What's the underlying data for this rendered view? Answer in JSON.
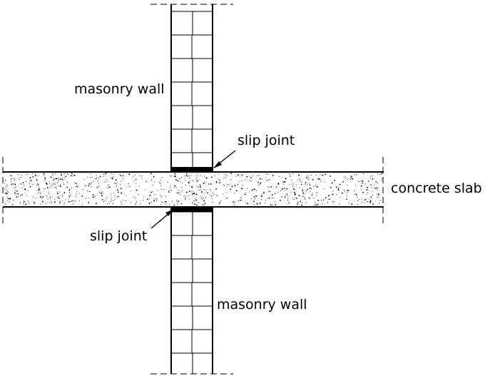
{
  "labels": {
    "upper_wall": "masonry wall",
    "lower_wall": "masonry wall",
    "upper_joint": "slip joint",
    "lower_joint": "slip joint",
    "slab": "concrete slab"
  }
}
